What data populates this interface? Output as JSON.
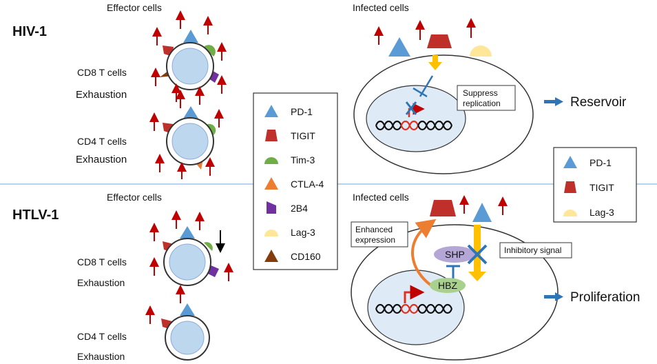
{
  "hiv": {
    "title": "HIV-1",
    "effector_label": "Effector cells",
    "infected_label": "Infected cells",
    "cd8_label": "CD8 T cells",
    "cd8_exhaustion": "Exhaustion",
    "cd4_label": "CD4 T cells",
    "cd4_exhaustion": "Exhaustion",
    "suppress_box": [
      "Suppress",
      "replication"
    ],
    "outcome": "Reservoir"
  },
  "htlv": {
    "title": "HTLV-1",
    "effector_label": "Effector cells",
    "infected_label": "Infected cells",
    "cd8_label": "CD8 T cells",
    "cd8_exhaustion": "Exhaustion",
    "cd4_label": "CD4 T cells",
    "cd4_exhaustion": "Exhaustion",
    "enhanced_box": [
      "Enhanced",
      "expression"
    ],
    "inhibitory_box": "Inhibitory signal",
    "shp_label": "SHP",
    "hbz_label": "HBZ",
    "outcome": "Proliferation"
  },
  "legend_main": [
    {
      "label": "PD-1",
      "shape": "triangle",
      "color": "#5b9bd5"
    },
    {
      "label": "TIGIT",
      "shape": "trapezoid",
      "color": "#c0302b"
    },
    {
      "label": "Tim-3",
      "shape": "semicircle",
      "color": "#70ad47"
    },
    {
      "label": "CTLA-4",
      "shape": "triangle",
      "color": "#ed7d31"
    },
    {
      "label": "2B4",
      "shape": "quad",
      "color": "#7030a0"
    },
    {
      "label": "Lag-3",
      "shape": "semicircle",
      "color": "#ffe699"
    },
    {
      "label": "CD160",
      "shape": "triangle",
      "color": "#843c0c"
    }
  ],
  "legend_right": [
    {
      "label": "PD-1",
      "shape": "triangle",
      "color": "#5b9bd5"
    },
    {
      "label": "TIGIT",
      "shape": "trapezoid",
      "color": "#c0302b"
    },
    {
      "label": "Lag-3",
      "shape": "semicircle",
      "color": "#ffe699"
    }
  ],
  "colors": {
    "up_arrow": "#c00000",
    "outcome_arrow": "#2e75b6",
    "cell_fill": "#bdd7ee",
    "cell_ring": "#8faadc",
    "nucleus": "#deebf7",
    "divider": "#9dc3e6",
    "yellow_arrow": "#ffc000",
    "shp": "#b4a7d6",
    "hbz": "#a9d18e"
  }
}
